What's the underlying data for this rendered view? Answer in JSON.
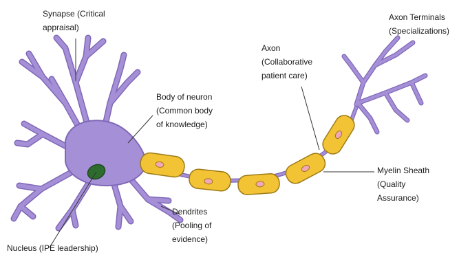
{
  "colors": {
    "neuron_fill": "#a58fd6",
    "neuron_stroke": "#7f68b8",
    "sheath_fill": "#f2c335",
    "sheath_stroke": "#9c7a16",
    "node_fill": "#f2a7b8",
    "nucleus_fill": "#2e6b2e",
    "leader_line": "#333333"
  },
  "labels": {
    "synapse": {
      "line1": "Synapse (Critical",
      "line2": "appraisal)"
    },
    "body": {
      "line1": "Body of neuron",
      "line2": "(Common body",
      "line3": "of knowledge)"
    },
    "axon": {
      "line1": "Axon",
      "line2": "(Collaborative",
      "line3": "patient care)"
    },
    "axon_terminals": {
      "line1": "Axon Terminals",
      "line2": "(Specializations)"
    },
    "myelin": {
      "line1": "Myelin Sheath",
      "line2": "(Quality",
      "line3": "Assurance)"
    },
    "dendrites": {
      "line1": "Dendrites",
      "line2": "(Pooling of",
      "line3": "evidence)"
    },
    "nucleus": {
      "line1": "Nucleus (IPE leadership)"
    }
  }
}
